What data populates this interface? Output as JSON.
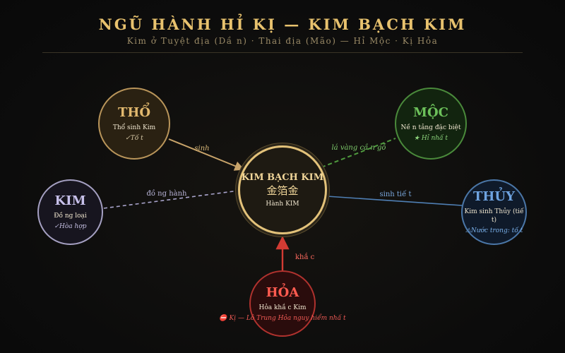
{
  "header": {
    "title": "NGŨ HÀNH HỈ KỊ — KIM BẠCH KIM",
    "subtitle": "Kim ở Tuyệt địa (Dầ n) · Thai địa (Mão) — Hỉ Mộc · Kị Hỏa"
  },
  "center": {
    "title": "KIM BẠCH KIM",
    "chars": "金箔金",
    "caption": "Hành KIM"
  },
  "nodes": {
    "tho": {
      "title": "THỔ",
      "line1": "Thổ sinh Kim",
      "line2": "✓Tố t"
    },
    "moc": {
      "title": "MỘC",
      "line1": "Nề n tảng đặc biệt",
      "line2": "★ Hỉ nhấ t"
    },
    "kim": {
      "title": "KIM",
      "line1": "Đồ ng loại",
      "line2": "✓Hòa hợp"
    },
    "thuy": {
      "title": "THỦY",
      "line1": "Kim sinh Thủy (tiế t)",
      "line2": "⚠Nước trong: tố t"
    },
    "hoa": {
      "title": "HỎA",
      "line1": "Hỏa khắ c Kim",
      "line2": "⛔ Kị — Lô Trung Hỏa nguy hiểm nhấ t"
    }
  },
  "edges": {
    "tho": "sinh",
    "moc": "lá vàng cầ n gỗ",
    "kim": "đồ ng hành",
    "thuy": "sinh tiế t",
    "hoa": "khắ c"
  },
  "colors": {
    "tho": "#c9a46a",
    "moc": "#4f9a3e",
    "kim": "#a9a4cc",
    "thuy": "#4f7fb4",
    "hoa": "#c93a33",
    "center": "#e3c27a"
  }
}
